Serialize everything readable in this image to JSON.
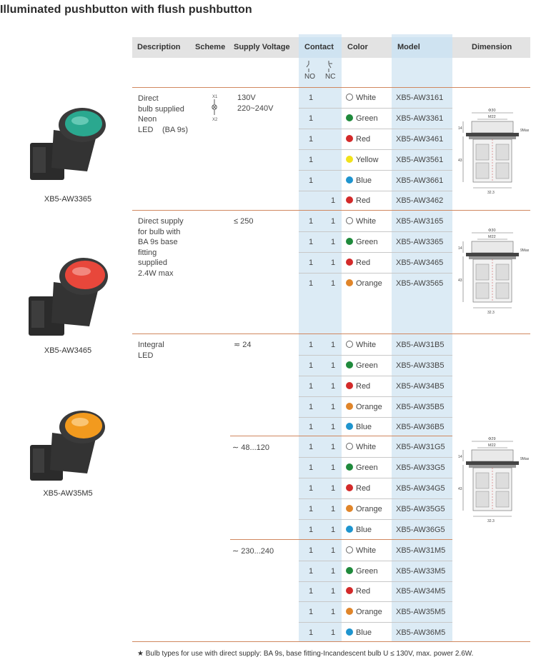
{
  "title": "Illuminated pushbutton with flush pushbutton",
  "header": {
    "description": "Description",
    "scheme": "Scheme",
    "supply_voltage": "Supply Voltage",
    "contact": "Contact",
    "color": "Color",
    "model": "Model",
    "dimension": "Dimension",
    "no": "NO",
    "nc": "NC"
  },
  "products": [
    {
      "label": "XB5-AW3365",
      "color": "#2aa88f"
    },
    {
      "label": "XB5-AW3465",
      "color": "#e8473b"
    },
    {
      "label": "XB5-AW35M5",
      "color": "#f29a1e"
    }
  ],
  "groups": [
    {
      "description": [
        "Direct",
        "bulb supplied",
        "Neon",
        "LED"
      ],
      "bulb": "(BA 9s)",
      "voltage": [
        "130V",
        "220~240V"
      ]
    },
    {
      "description": [
        "Direct supply",
        "for bulb with",
        "BA 9s base",
        "fitting",
        "supplied",
        "2.4W max"
      ],
      "voltage": [
        "≤ 250"
      ]
    },
    {
      "description": [
        "Integral",
        "LED"
      ],
      "voltage": [
        "≂ 24"
      ],
      "voltage2": "∼ 48...120",
      "voltage3": "∼ 230...240"
    }
  ],
  "scheme_labels": {
    "x1": "X1",
    "x2": "X2"
  },
  "rows": [
    {
      "no": "1",
      "nc": "",
      "color": "White",
      "hex": "#ffffff",
      "model": "XB5-AW3161"
    },
    {
      "no": "1",
      "nc": "",
      "color": "Green",
      "hex": "#1f8a3c",
      "model": "XB5-AW3361"
    },
    {
      "no": "1",
      "nc": "",
      "color": "Red",
      "hex": "#d32a2a",
      "model": "XB5-AW3461"
    },
    {
      "no": "1",
      "nc": "",
      "color": "Yellow",
      "hex": "#f1e21b",
      "model": "XB5-AW3561"
    },
    {
      "no": "1",
      "nc": "",
      "color": "Blue",
      "hex": "#1e95cf",
      "model": "XB5-AW3661"
    },
    {
      "no": "",
      "nc": "1",
      "color": "Red",
      "hex": "#d32a2a",
      "model": "XB5-AW3462"
    },
    {
      "no": "1",
      "nc": "1",
      "color": "White",
      "hex": "#ffffff",
      "model": "XB5-AW3165"
    },
    {
      "no": "1",
      "nc": "1",
      "color": "Green",
      "hex": "#1f8a3c",
      "model": "XB5-AW3365"
    },
    {
      "no": "1",
      "nc": "1",
      "color": "Red",
      "hex": "#d32a2a",
      "model": "XB5-AW3465"
    },
    {
      "no": "1",
      "nc": "1",
      "color": "Orange",
      "hex": "#e0852a",
      "model": "XB5-AW3565"
    },
    {
      "no": "1",
      "nc": "1",
      "color": "White",
      "hex": "#ffffff",
      "model": "XB5-AW31B5"
    },
    {
      "no": "1",
      "nc": "1",
      "color": "Green",
      "hex": "#1f8a3c",
      "model": "XB5-AW33B5"
    },
    {
      "no": "1",
      "nc": "1",
      "color": "Red",
      "hex": "#d32a2a",
      "model": "XB5-AW34B5"
    },
    {
      "no": "1",
      "nc": "1",
      "color": "Orange",
      "hex": "#e0852a",
      "model": "XB5-AW35B5"
    },
    {
      "no": "1",
      "nc": "1",
      "color": "Blue",
      "hex": "#1e95cf",
      "model": "XB5-AW36B5"
    },
    {
      "no": "1",
      "nc": "1",
      "color": "White",
      "hex": "#ffffff",
      "model": "XB5-AW31G5"
    },
    {
      "no": "1",
      "nc": "1",
      "color": "Green",
      "hex": "#1f8a3c",
      "model": "XB5-AW33G5"
    },
    {
      "no": "1",
      "nc": "1",
      "color": "Red",
      "hex": "#d32a2a",
      "model": "XB5-AW34G5"
    },
    {
      "no": "1",
      "nc": "1",
      "color": "Orange",
      "hex": "#e0852a",
      "model": "XB5-AW35G5"
    },
    {
      "no": "1",
      "nc": "1",
      "color": "Blue",
      "hex": "#1e95cf",
      "model": "XB5-AW36G5"
    },
    {
      "no": "1",
      "nc": "1",
      "color": "White",
      "hex": "#ffffff",
      "model": "XB5-AW31M5"
    },
    {
      "no": "1",
      "nc": "1",
      "color": "Green",
      "hex": "#1f8a3c",
      "model": "XB5-AW33M5"
    },
    {
      "no": "1",
      "nc": "1",
      "color": "Red",
      "hex": "#d32a2a",
      "model": "XB5-AW34M5"
    },
    {
      "no": "1",
      "nc": "1",
      "color": "Orange",
      "hex": "#e0852a",
      "model": "XB5-AW35M5"
    },
    {
      "no": "1",
      "nc": "1",
      "color": "Blue",
      "hex": "#1e95cf",
      "model": "XB5-AW36M5"
    }
  ],
  "dimensions": [
    {
      "dia": "Φ30",
      "m": "M22",
      "max": "9Max",
      "h1": "14",
      "h2": "43",
      "w": "32.3"
    },
    {
      "dia": "Φ30",
      "m": "M22",
      "max": "9Max",
      "h1": "14",
      "h2": "43",
      "w": "32.3"
    },
    {
      "dia": "Φ29",
      "m": "M22",
      "max": "9Max",
      "h1": "14",
      "h2": "43",
      "w": "32.3"
    }
  ],
  "footnote": "★ Bulb types for use with direct supply: BA 9s, base fitting-Incandescent bulb U ≤ 130V, max. power 2.6W."
}
